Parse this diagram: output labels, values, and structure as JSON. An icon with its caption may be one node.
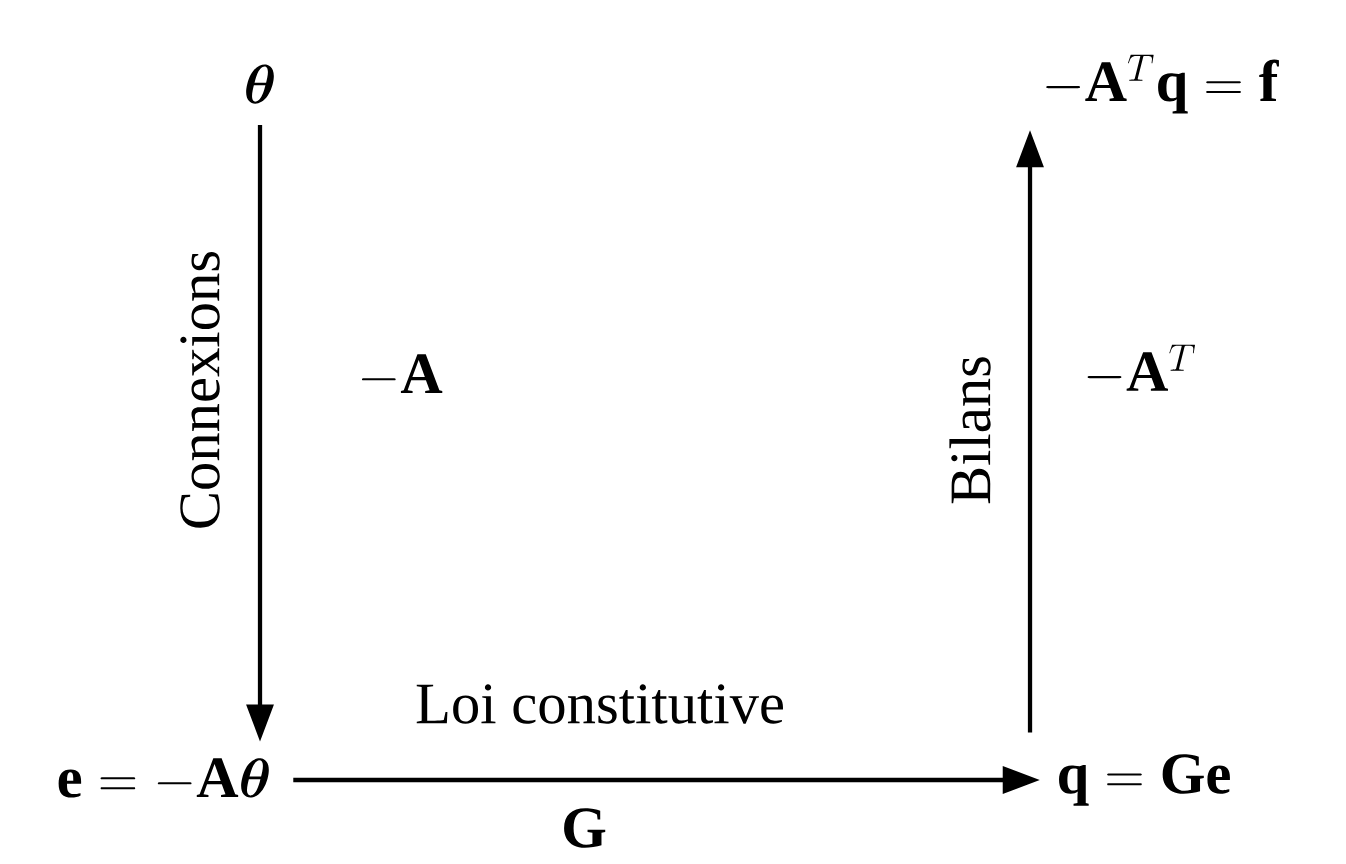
{
  "diagram": {
    "nodes": [
      {
        "text": [
          "\\bm{\\theta}"
        ]
      },
      {
        "text": [
          "\\mathbf{e} = -\\mathbf{A}\\bm{\\theta}"
        ]
      },
      {
        "text": [
          "\\mathbf{q} = \\mathbf{G}\\mathbf{e}"
        ]
      },
      {
        "text": [
          "-\\mathbf{A}^{T}\\mathbf{q} = \\mathbf{f}"
        ]
      }
    ],
    "edges": [
      {
        "from": 0,
        "to": 1,
        "arrow": "to",
        "label": "Connexions"
      },
      {
        "from": 1,
        "to": 2,
        "arrow": "to",
        "label": "Loi constitutive"
      },
      {
        "from": 2,
        "to": 3,
        "arrow": "to",
        "label": "Bilans"
      }
    ],
    "labels": [
      "-\\mathbf{A}",
      "\\mathbf{G}",
      "-\\mathbf{A}^{T}"
    ]
  }
}
